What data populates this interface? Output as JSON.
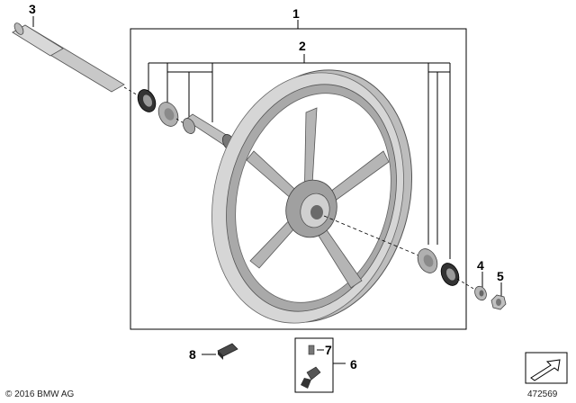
{
  "callouts": {
    "wheel_assembly": "1",
    "bearing_set": "2",
    "axle": "3",
    "collar": "4",
    "nut": "5",
    "valve_group": "6",
    "valve": "7",
    "balance_weight": "8"
  },
  "footer": {
    "copyright": "© 2016 BMW AG",
    "diagram_number": "472569"
  },
  "colors": {
    "part_fill": "#c4c4c4",
    "part_shade": "#8e8e8e",
    "part_dark": "#3a3a3a",
    "line": "#000000"
  },
  "icons": {
    "arrow_corner": "direction-arrow-icon"
  }
}
